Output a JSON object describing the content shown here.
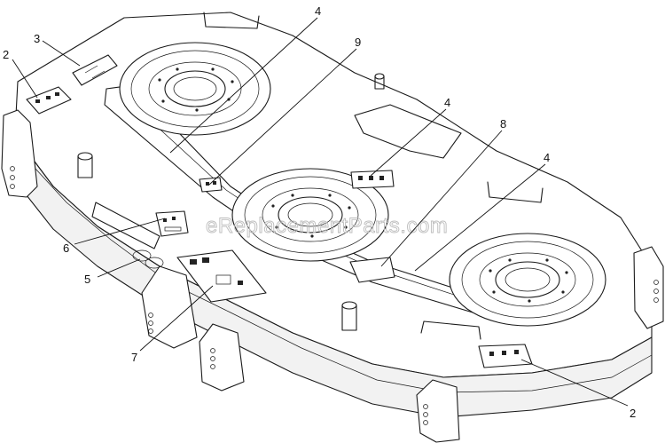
{
  "diagram": {
    "watermark": "eReplacementParts.com",
    "callouts": [
      {
        "id": "c3",
        "label": "3"
      },
      {
        "id": "c2a",
        "label": "2"
      },
      {
        "id": "c4a",
        "label": "4"
      },
      {
        "id": "c9",
        "label": "9"
      },
      {
        "id": "c4b",
        "label": "4"
      },
      {
        "id": "c8",
        "label": "8"
      },
      {
        "id": "c4c",
        "label": "4"
      },
      {
        "id": "c6",
        "label": "6"
      },
      {
        "id": "c5",
        "label": "5"
      },
      {
        "id": "c7",
        "label": "7"
      },
      {
        "id": "c2b",
        "label": "2"
      }
    ]
  }
}
